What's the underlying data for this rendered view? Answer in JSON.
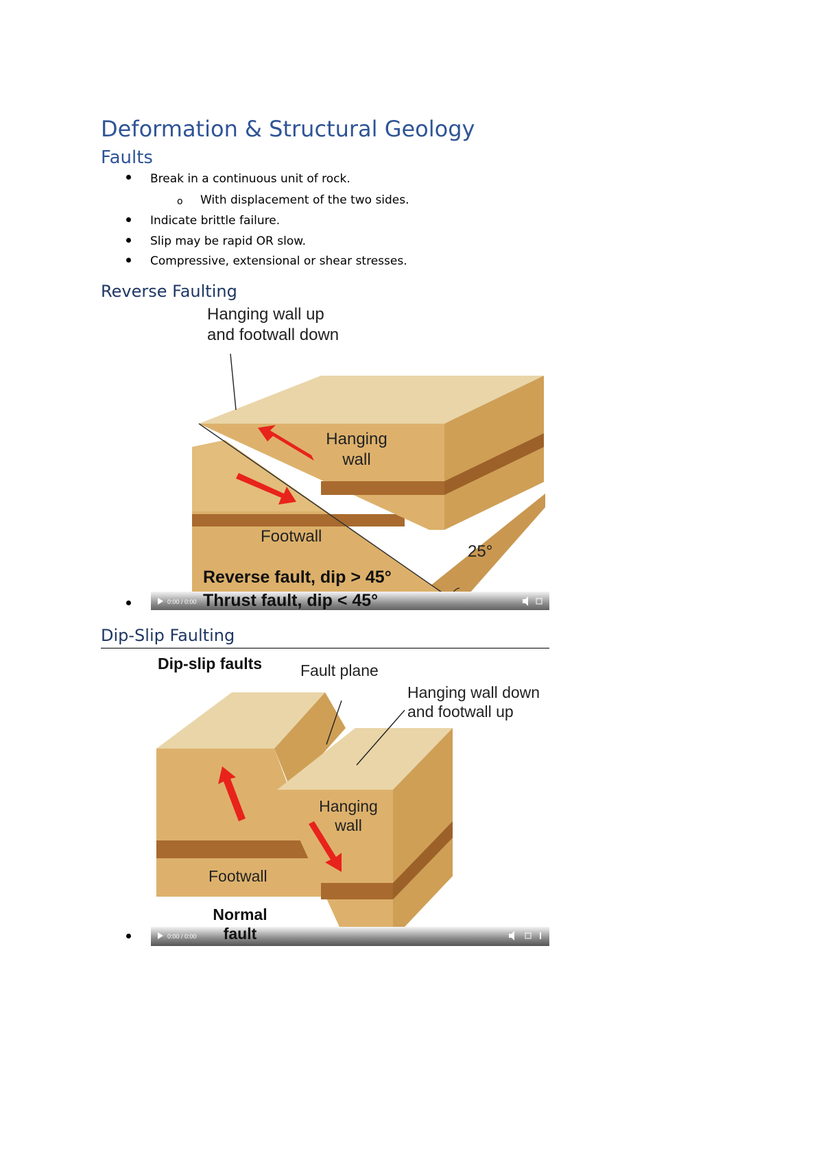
{
  "title": "Deformation & Structural Geology",
  "faults": {
    "heading": "Faults",
    "bullets": [
      "Break in a continuous unit of rock.",
      "With displacement of the two sides.",
      "Indicate brittle failure.",
      "Slip may be rapid OR slow.",
      "Compressive, extensional or shear stresses."
    ],
    "sub_marker": "o"
  },
  "reverse": {
    "heading": "Reverse Faulting",
    "fig_callout_1": "Hanging wall up",
    "fig_callout_2": "and footwall down",
    "fig_hanging_1": "Hanging",
    "fig_hanging_2": "wall",
    "fig_footwall": "Footwall",
    "fig_angle": "25°",
    "fig_caption_1": "Reverse fault, dip > 45°",
    "fig_caption_2": "Thrust fault, dip < 45°",
    "player_time": "0:00 / 0:00"
  },
  "dipslip": {
    "heading": "Dip-Slip Faulting",
    "fig_title": "Dip-slip faults",
    "fig_fault_plane": "Fault plane",
    "fig_callout_1": "Hanging wall down",
    "fig_callout_2": "and footwall up",
    "fig_hanging_1": "Hanging",
    "fig_hanging_2": "wall",
    "fig_footwall": "Footwall",
    "fig_caption_1": "Normal",
    "fig_caption_2": "fault",
    "player_time": "0:00 / 0:00"
  },
  "colors": {
    "heading": "#2f5496",
    "subheading": "#1f3763",
    "rock_top": "#e8d4a6",
    "rock_side": "#d9a95a",
    "rock_band": "#a86a2e",
    "arrow": "#e8231b"
  }
}
